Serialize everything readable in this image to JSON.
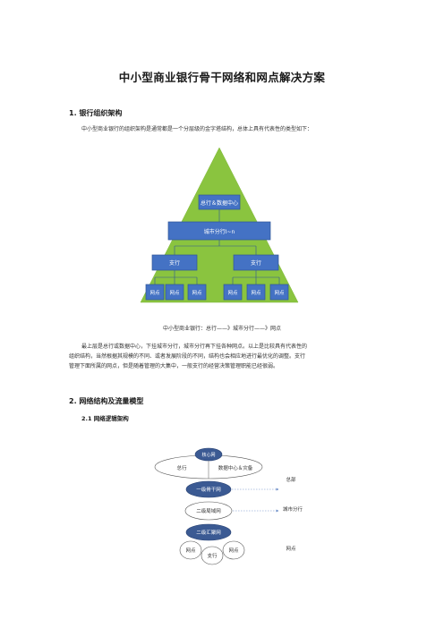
{
  "doc": {
    "title": "中小型商业银行骨干网络和网点解决方案",
    "section1": {
      "heading": "1.  银行组织架构",
      "intro": "中小型商业银行的组织架构是通常都是一个分层级的金字塔结构，总体上具有代表性的类型如下：",
      "pyramid": {
        "hq": "总行＆数据中心",
        "city": "城市分行I~n",
        "branch_left": "支行",
        "branch_right": "支行",
        "outlets": [
          "网点",
          "网点",
          "网点",
          "网点",
          "网点",
          "网点"
        ],
        "colors": {
          "pyramid_fill": "#8ac43f",
          "box_fill": "#4472c4",
          "box_border": "#2f5597"
        }
      },
      "caption": "中小型商业银行：总行——》城市分行——》网点",
      "body_lines": [
        "最上层是总行或数据中心，下挂城市分行，城市分行再下挂各种网点。以上是比较具有代表性的",
        "组织结构，当然根据其规模的不同、或者发展阶段的不同，结构也会相应地进行最优化的调整。支行",
        "管理下面所属的网点，但是随着管理的大集中，一般支行的经营决策管理职能已经很弱。"
      ]
    },
    "section2": {
      "heading": "2.  网络结构及流量模型",
      "sub_heading": "2.1  网络逻辑架构",
      "diagram": {
        "core_net": "核心网",
        "hq": "总行",
        "dc": "数据中心＆灾备",
        "backbone1": "一级骨干网",
        "wan2": "二级局域网",
        "agg2": "二级汇聚网",
        "outlet_left": "网点",
        "outlet_right": "网点",
        "sub_branch": "支行",
        "label_hq": "总部",
        "label_city": "城市分行",
        "label_outlet": "网点",
        "colors": {
          "dark_fill": "#3b5a93",
          "arrow": "#6b8cc7"
        }
      }
    }
  }
}
